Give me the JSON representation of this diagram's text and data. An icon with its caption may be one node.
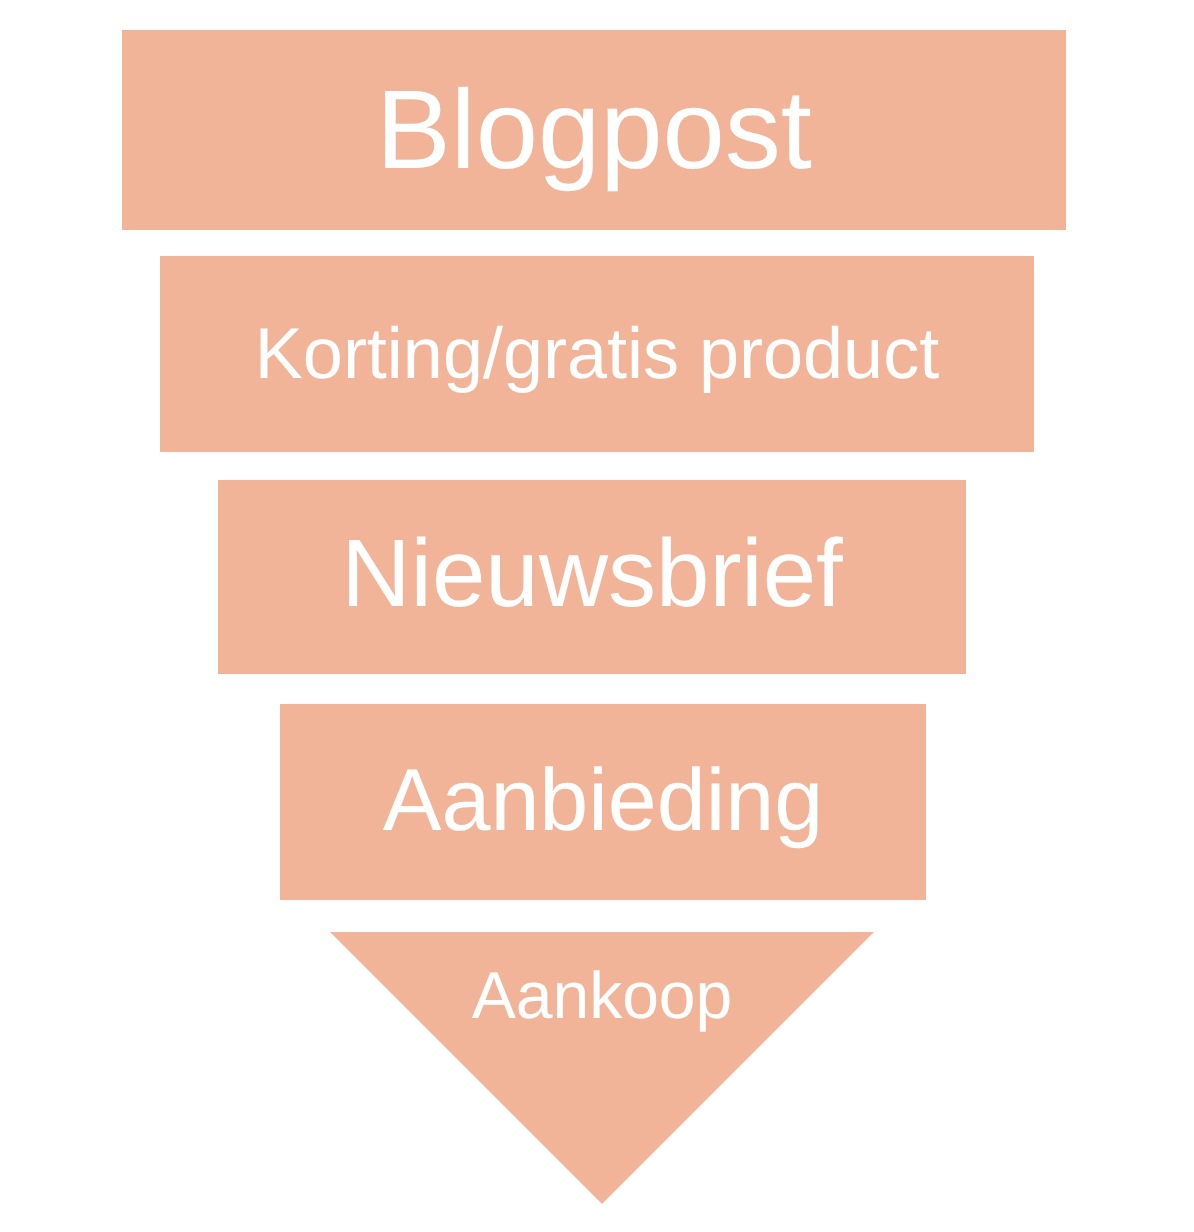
{
  "diagram": {
    "nodes": [
      {
        "text": [
          "Blogpost"
        ]
      },
      {
        "text": [
          "Korting/gratis product"
        ]
      },
      {
        "text": [
          "Nieuwsbrief"
        ]
      },
      {
        "text": [
          "Aanbieding"
        ]
      },
      {
        "text": [
          "Aankoop"
        ]
      }
    ]
  }
}
